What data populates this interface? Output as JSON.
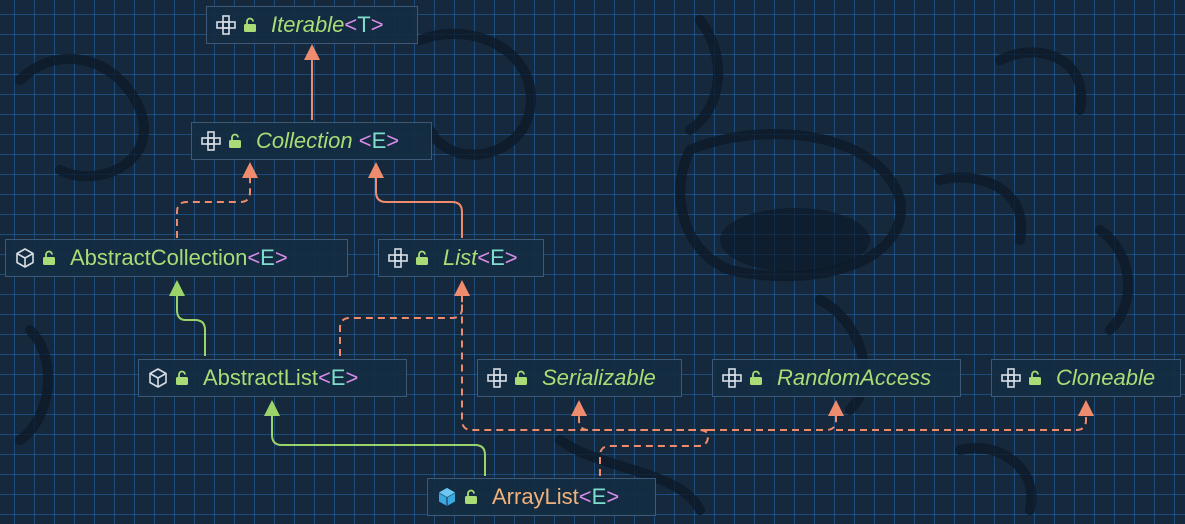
{
  "colors": {
    "interface_name": "#a9dc76",
    "class_name": "#f0b27a",
    "angle_bracket": "#d98ce8",
    "type_param": "#7fdccd",
    "extends_edge": "#9bd36a",
    "implements_edge": "#f08c6e"
  },
  "nodes": {
    "iterable": {
      "name": "Iterable",
      "type_param": "T",
      "kind": "interface",
      "icon": "interface-icon"
    },
    "collection": {
      "name": "Collection",
      "type_param": "E",
      "kind": "interface",
      "icon": "interface-icon"
    },
    "abstract_collection": {
      "name": "AbstractCollection",
      "type_param": "E",
      "kind": "abstract-class",
      "icon": "abstract-class-icon"
    },
    "list": {
      "name": "List",
      "type_param": "E",
      "kind": "interface",
      "icon": "interface-icon"
    },
    "abstract_list": {
      "name": "AbstractList",
      "type_param": "E",
      "kind": "abstract-class",
      "icon": "abstract-class-icon"
    },
    "serializable": {
      "name": "Serializable",
      "kind": "interface",
      "icon": "interface-icon"
    },
    "random_access": {
      "name": "RandomAccess",
      "kind": "interface",
      "icon": "interface-icon"
    },
    "cloneable": {
      "name": "Cloneable",
      "kind": "interface",
      "icon": "interface-icon"
    },
    "array_list": {
      "name": "ArrayList",
      "type_param": "E",
      "kind": "class",
      "icon": "class-icon"
    }
  },
  "edges": [
    {
      "from": "Collection",
      "to": "Iterable",
      "relation": "extends"
    },
    {
      "from": "AbstractCollection",
      "to": "Collection",
      "relation": "implements"
    },
    {
      "from": "List",
      "to": "Collection",
      "relation": "extends"
    },
    {
      "from": "AbstractList",
      "to": "AbstractCollection",
      "relation": "extends"
    },
    {
      "from": "AbstractList",
      "to": "List",
      "relation": "implements"
    },
    {
      "from": "ArrayList",
      "to": "AbstractList",
      "relation": "extends"
    },
    {
      "from": "ArrayList",
      "to": "List",
      "relation": "implements"
    },
    {
      "from": "ArrayList",
      "to": "Serializable",
      "relation": "implements"
    },
    {
      "from": "ArrayList",
      "to": "RandomAccess",
      "relation": "implements"
    },
    {
      "from": "ArrayList",
      "to": "Cloneable",
      "relation": "implements"
    }
  ]
}
